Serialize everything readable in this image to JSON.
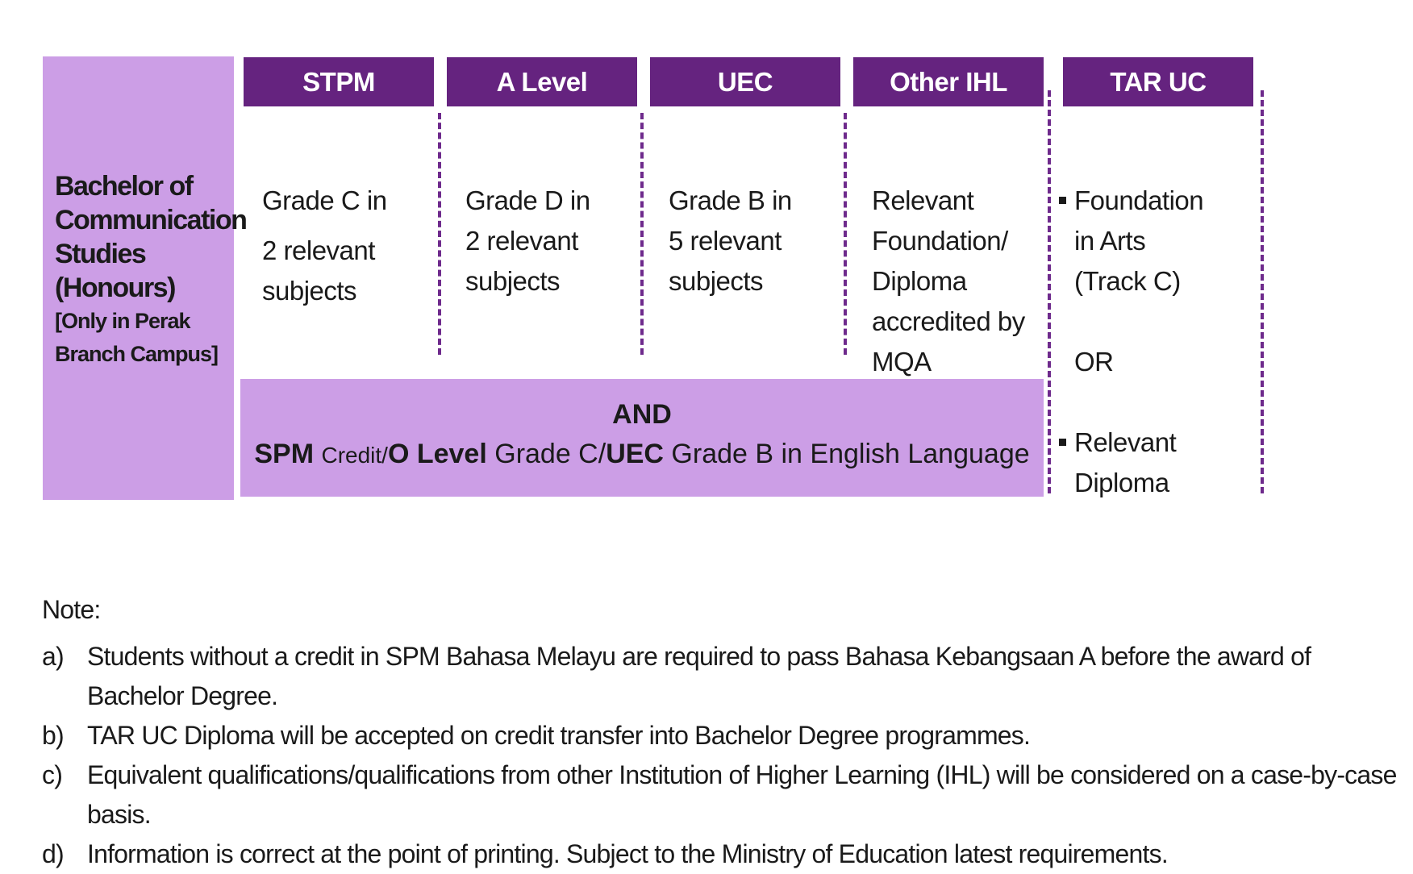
{
  "colors": {
    "header_bg": "#65237f",
    "light_purple": "#cc9ee6",
    "divider": "#6e2a8c"
  },
  "programme": {
    "title_lines": [
      "Bachelor of",
      "Communication",
      "Studies",
      "(Honours)"
    ],
    "note_lines": [
      "[Only in Perak",
      "Branch Campus]"
    ]
  },
  "columns": [
    {
      "header": "STPM",
      "lines": [
        "Grade C in",
        "2 relevant",
        "subjects"
      ]
    },
    {
      "header": "A Level",
      "lines": [
        "Grade D in",
        "2 relevant",
        "subjects"
      ]
    },
    {
      "header": "UEC",
      "lines": [
        "Grade B in",
        "5 relevant",
        "subjects"
      ]
    },
    {
      "header": "Other IHL",
      "lines": [
        "Relevant",
        "Foundation/",
        "Diploma",
        "accredited by",
        "MQA"
      ]
    },
    {
      "header": "TAR UC",
      "bullet1": [
        "Foundation",
        "in Arts",
        "(Track C)"
      ],
      "or": "OR",
      "bullet2": [
        "Relevant",
        "Diploma"
      ]
    }
  ],
  "and_box": {
    "label": "AND",
    "spm": "SPM",
    "credit": "Credit/",
    "olevel": "O Level",
    "grade_c": " Grade C/",
    "uec": "UEC",
    "rest": " Grade B in English Language"
  },
  "notes": {
    "title": "Note:",
    "items": [
      {
        "letter": "a)",
        "text": "Students without a credit in SPM Bahasa Melayu are required to pass Bahasa Kebangsaan A before the award of Bachelor Degree."
      },
      {
        "letter": "b)",
        "text": "TAR UC Diploma will be accepted on credit transfer into Bachelor Degree programmes."
      },
      {
        "letter": "c)",
        "text": "Equivalent qualifications/qualifications from other Institution of Higher Learning (IHL) will be considered on a case-by-case basis."
      },
      {
        "letter": "d)",
        "text": "Information is correct at the point of printing. Subject to the Ministry of Education latest requirements."
      }
    ]
  }
}
